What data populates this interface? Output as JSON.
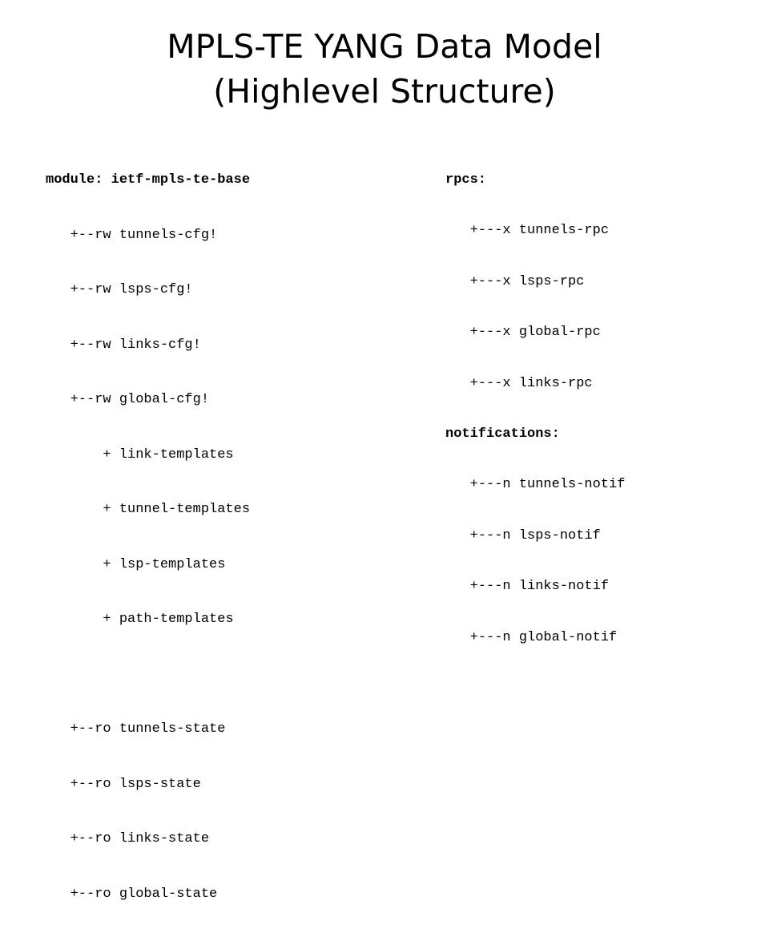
{
  "title": {
    "line1": "MPLS-TE YANG Data Model",
    "line2": "(Highlevel Structure)"
  },
  "left": {
    "module_header": "module: ietf-mpls-te-base",
    "rw_items": [
      "   +--rw tunnels-cfg!",
      "   +--rw lsps-cfg!",
      "   +--rw links-cfg!",
      "   +--rw global-cfg!"
    ],
    "templates": [
      "       + link-templates",
      "       + tunnel-templates",
      "       + lsp-templates",
      "       + path-templates"
    ],
    "ro_items": [
      "   +--ro tunnels-state",
      "   +--ro lsps-state",
      "   +--ro links-state",
      "   +--ro global-state"
    ]
  },
  "right": {
    "rpcs_header": "rpcs:",
    "rpcs": [
      "   +---x tunnels-rpc",
      "   +---x lsps-rpc",
      "   +---x global-rpc",
      "   +---x links-rpc"
    ],
    "notifications_header": "notifications:",
    "notifications": [
      "   +---n tunnels-notif",
      "   +---n lsps-notif",
      "   +---n links-notif",
      "   +---n global-notif"
    ]
  }
}
